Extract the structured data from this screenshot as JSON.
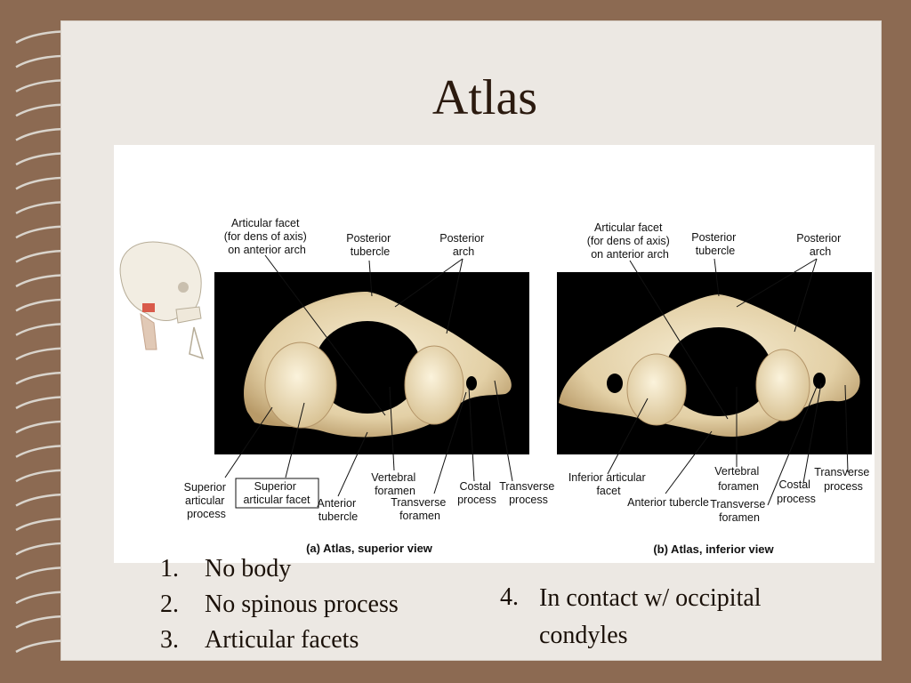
{
  "slide": {
    "title": "Atlas"
  },
  "figure": {
    "superior": {
      "caption": "(a) Atlas, superior view",
      "labels": {
        "articular_facet_dens": [
          "Articular facet",
          "(for dens of axis)",
          "on anterior arch"
        ],
        "posterior_tubercle": [
          "Posterior",
          "tubercle"
        ],
        "posterior_arch": [
          "Posterior",
          "arch"
        ],
        "superior_articular_process": [
          "Superior",
          "articular",
          "process"
        ],
        "superior_articular_facet": [
          "Superior",
          "articular facet"
        ],
        "anterior_tubercle": [
          "Anterior",
          "tubercle"
        ],
        "vertebral_foramen": [
          "Vertebral",
          "foramen"
        ],
        "transverse_foramen": [
          "Transverse",
          "foramen"
        ],
        "costal_process": [
          "Costal",
          "process"
        ],
        "transverse_process": [
          "Transverse",
          "process"
        ]
      }
    },
    "inferior": {
      "caption": "(b) Atlas, inferior view",
      "labels": {
        "articular_facet_dens": [
          "Articular facet",
          "(for dens of axis)",
          "on anterior arch"
        ],
        "posterior_tubercle": [
          "Posterior",
          "tubercle"
        ],
        "posterior_arch": [
          "Posterior",
          "arch"
        ],
        "inferior_articular_facet": [
          "Inferior articular",
          "facet"
        ],
        "anterior_tubercle": [
          "Anterior tubercle"
        ],
        "vertebral_foramen": [
          "Vertebral",
          "foramen"
        ],
        "transverse_foramen": [
          "Transverse",
          "foramen"
        ],
        "costal_process": [
          "Costal",
          "process"
        ],
        "transverse_process": [
          "Transverse",
          "process"
        ]
      }
    }
  },
  "features": {
    "left": [
      {
        "num": "1.",
        "text": "No body"
      },
      {
        "num": "2.",
        "text": "No spinous process"
      },
      {
        "num": "3.",
        "text": "Articular facets"
      }
    ],
    "right": [
      {
        "num": "4.",
        "text": "In contact w/ occipital condyles"
      }
    ]
  }
}
